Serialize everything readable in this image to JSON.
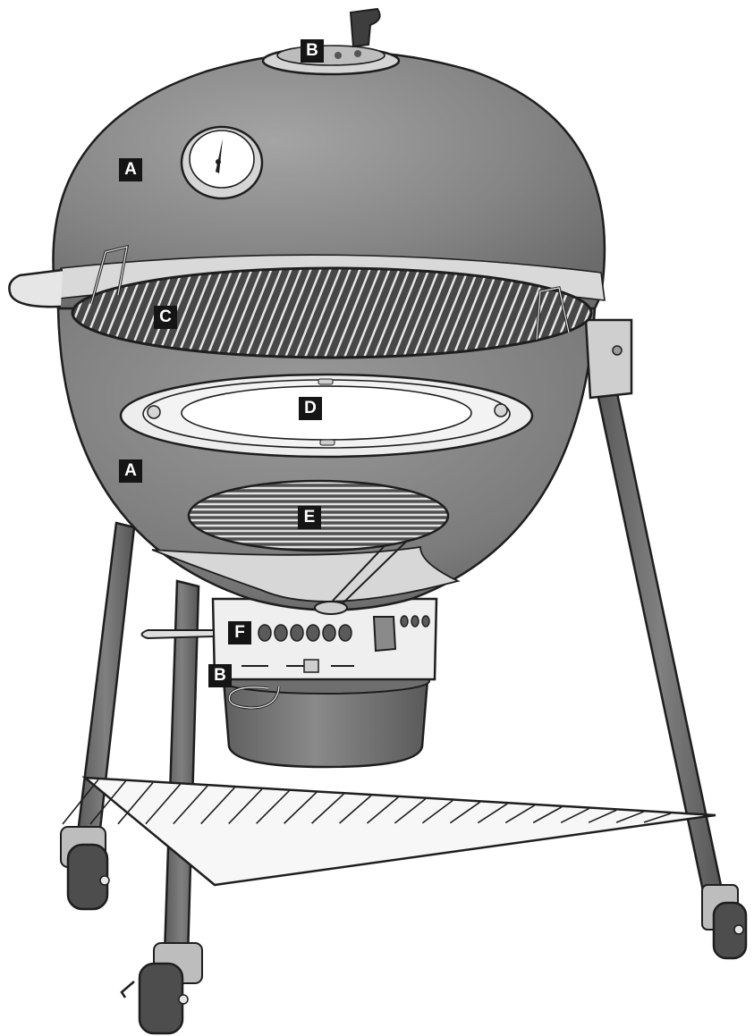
{
  "callouts": {
    "vent_top": "B",
    "lid": "A",
    "cooking_grate": "C",
    "diffuser_plate": "D",
    "bowl": "A",
    "charcoal_grate": "E",
    "ash_sweep": "F",
    "vent_bottom": "B"
  },
  "colors": {
    "body": "#7f7f7f",
    "body_dark": "#5e5e5e",
    "leg": "#6a6a6a",
    "outline": "#1e1e1e",
    "metal": "#e9e9e9",
    "label_bg": "#151515",
    "label_text": "#ffffff"
  }
}
